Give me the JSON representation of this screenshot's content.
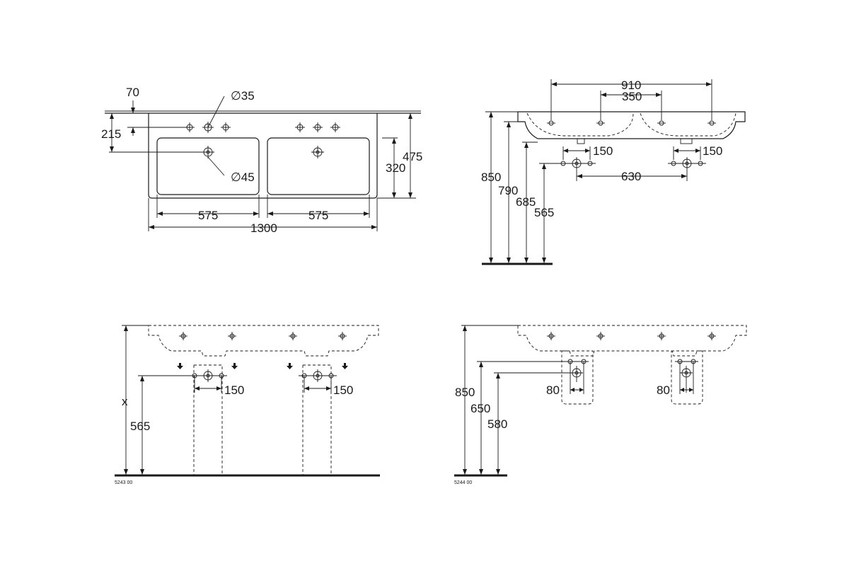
{
  "top_view": {
    "dims": {
      "d70": "70",
      "d215": "215",
      "d35": "∅35",
      "d45": "∅45",
      "d320": "320",
      "d475": "475",
      "d575a": "575",
      "d575b": "575",
      "d1300": "1300"
    }
  },
  "front_view": {
    "dims": {
      "d910": "910",
      "d350": "350",
      "d150a": "150",
      "d150b": "150",
      "d630": "630",
      "d850": "850",
      "d790": "790",
      "d685": "685",
      "d565": "565"
    }
  },
  "pedestal_view": {
    "dims": {
      "dx": "x",
      "d565": "565",
      "d150a": "150",
      "d150b": "150"
    },
    "code": "5243 00"
  },
  "siphon_view": {
    "dims": {
      "d850": "850",
      "d650": "650",
      "d580": "580",
      "d80a": "80",
      "d80b": "80"
    },
    "code": "5244 00"
  }
}
